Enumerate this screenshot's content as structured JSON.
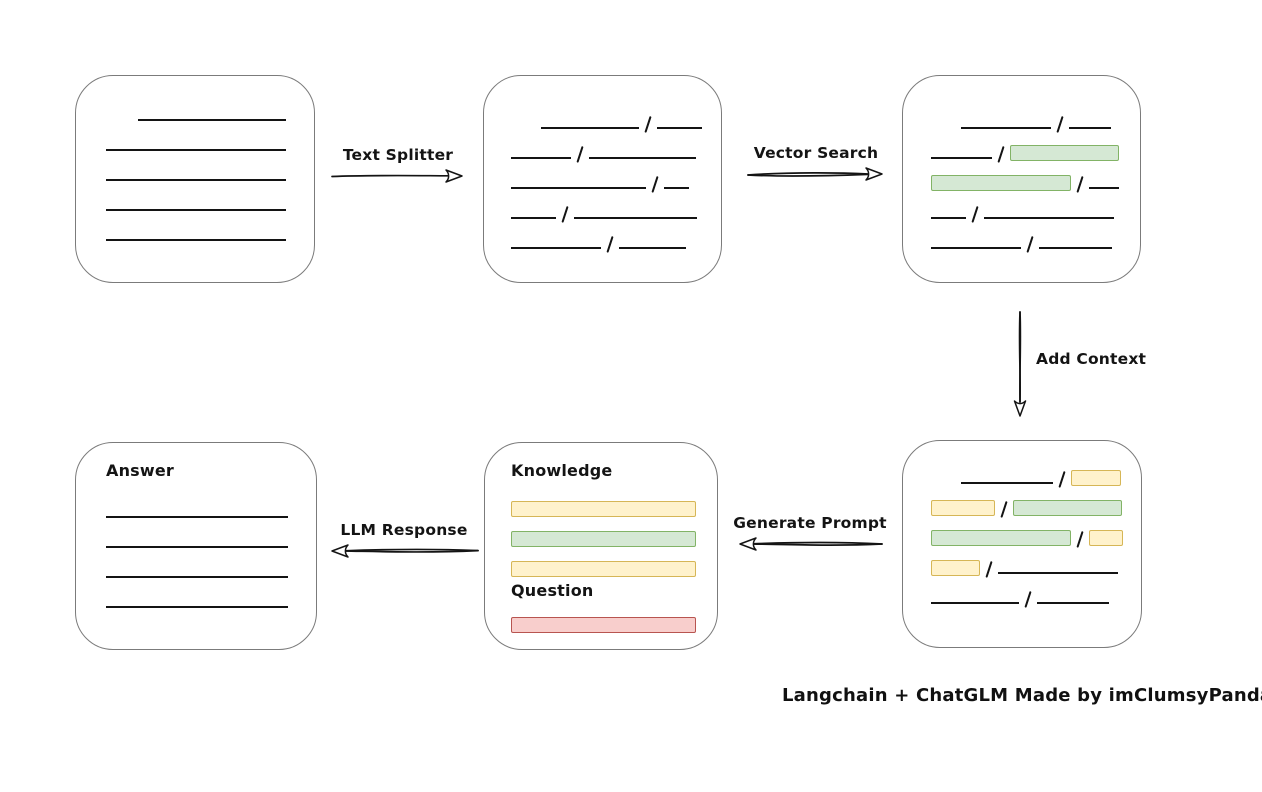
{
  "diagram": {
    "caption": "Langchain + ChatGLM Made by imClumsyPanda",
    "arrows": [
      {
        "id": "text-splitter",
        "label": "Text Splitter",
        "direction": "right"
      },
      {
        "id": "vector-search",
        "label": "Vector Search",
        "direction": "right"
      },
      {
        "id": "add-context",
        "label": "Add Context",
        "direction": "down"
      },
      {
        "id": "generate-prompt",
        "label": "Generate Prompt",
        "direction": "left"
      },
      {
        "id": "llm-response",
        "label": "LLM Response",
        "direction": "left"
      }
    ]
  },
  "colors": {
    "ink": "#141414",
    "frame": "#7b7b7b",
    "gf": "#d5e8d4",
    "gb": "#82b366",
    "yf": "#fff2cc",
    "yb": "#d6b656",
    "rf": "#f8cecc",
    "rb": "#b85450"
  },
  "boxes": [
    {
      "id": "source-document",
      "rows": [
        {
          "indent": 32,
          "segments": [
            {
              "t": "line",
              "w": 148
            }
          ]
        },
        {
          "segments": [
            {
              "t": "line",
              "w": 180
            }
          ]
        },
        {
          "segments": [
            {
              "t": "line",
              "w": 180
            }
          ]
        },
        {
          "segments": [
            {
              "t": "line",
              "w": 180
            }
          ]
        },
        {
          "segments": [
            {
              "t": "line",
              "w": 180
            }
          ]
        }
      ]
    },
    {
      "id": "split-chunks",
      "rows": [
        {
          "indent": 30,
          "segments": [
            {
              "t": "line",
              "w": 98
            },
            {
              "t": "slash"
            },
            {
              "t": "line",
              "w": 45
            }
          ]
        },
        {
          "segments": [
            {
              "t": "line",
              "w": 60
            },
            {
              "t": "slash"
            },
            {
              "t": "line",
              "w": 107
            }
          ]
        },
        {
          "segments": [
            {
              "t": "line",
              "w": 135
            },
            {
              "t": "slash"
            },
            {
              "t": "line",
              "w": 25
            }
          ]
        },
        {
          "segments": [
            {
              "t": "line",
              "w": 45
            },
            {
              "t": "slash"
            },
            {
              "t": "line",
              "w": 123
            }
          ]
        },
        {
          "segments": [
            {
              "t": "line",
              "w": 90
            },
            {
              "t": "slash"
            },
            {
              "t": "line",
              "w": 67
            }
          ]
        }
      ]
    },
    {
      "id": "vector-matched",
      "rows": [
        {
          "indent": 30,
          "segments": [
            {
              "t": "line",
              "w": 90
            },
            {
              "t": "slash"
            },
            {
              "t": "line",
              "w": 42
            }
          ]
        },
        {
          "segments": [
            {
              "t": "line",
              "w": 61
            },
            {
              "t": "slash"
            },
            {
              "t": "green",
              "w": 107
            }
          ]
        },
        {
          "segments": [
            {
              "t": "green",
              "w": 138
            },
            {
              "t": "slash"
            },
            {
              "t": "line",
              "w": 30
            }
          ]
        },
        {
          "segments": [
            {
              "t": "line",
              "w": 35
            },
            {
              "t": "slash"
            },
            {
              "t": "line",
              "w": 130
            }
          ]
        },
        {
          "segments": [
            {
              "t": "line",
              "w": 90
            },
            {
              "t": "slash"
            },
            {
              "t": "line",
              "w": 73
            }
          ]
        }
      ]
    },
    {
      "id": "context-chunks",
      "rows": [
        {
          "indent": 30,
          "segments": [
            {
              "t": "line",
              "w": 92
            },
            {
              "t": "slash"
            },
            {
              "t": "yellow",
              "w": 48
            }
          ]
        },
        {
          "segments": [
            {
              "t": "yellow",
              "w": 62
            },
            {
              "t": "slash"
            },
            {
              "t": "green",
              "w": 107
            }
          ]
        },
        {
          "segments": [
            {
              "t": "green",
              "w": 138
            },
            {
              "t": "slash"
            },
            {
              "t": "yellow",
              "w": 32
            }
          ]
        },
        {
          "segments": [
            {
              "t": "yellow",
              "w": 47
            },
            {
              "t": "slash"
            },
            {
              "t": "line",
              "w": 120
            }
          ]
        },
        {
          "segments": [
            {
              "t": "line",
              "w": 88
            },
            {
              "t": "slash"
            },
            {
              "t": "line",
              "w": 72
            }
          ]
        }
      ]
    },
    {
      "id": "prompt",
      "rows": [
        {
          "h": 30,
          "segments": [
            {
              "t": "text",
              "text": "Knowledge"
            }
          ]
        },
        {
          "h": 30,
          "segments": [
            {
              "t": "yellow",
              "w": 183
            }
          ]
        },
        {
          "h": 30,
          "segments": [
            {
              "t": "green",
              "w": 183
            }
          ]
        },
        {
          "h": 30,
          "segments": [
            {
              "t": "yellow",
              "w": 183
            }
          ]
        },
        {
          "h": 30,
          "segments": [
            {
              "t": "text",
              "text": "Question"
            }
          ]
        },
        {
          "h": 26,
          "segments": [
            {
              "t": "red",
              "w": 183
            }
          ]
        }
      ]
    },
    {
      "id": "answer",
      "rows": [
        {
          "h": 36,
          "segments": [
            {
              "t": "text",
              "text": "Answer"
            }
          ]
        },
        {
          "segments": [
            {
              "t": "line",
              "w": 182
            }
          ]
        },
        {
          "segments": [
            {
              "t": "line",
              "w": 182
            }
          ]
        },
        {
          "segments": [
            {
              "t": "line",
              "w": 182
            }
          ]
        },
        {
          "segments": [
            {
              "t": "line",
              "w": 182
            }
          ]
        }
      ]
    }
  ]
}
